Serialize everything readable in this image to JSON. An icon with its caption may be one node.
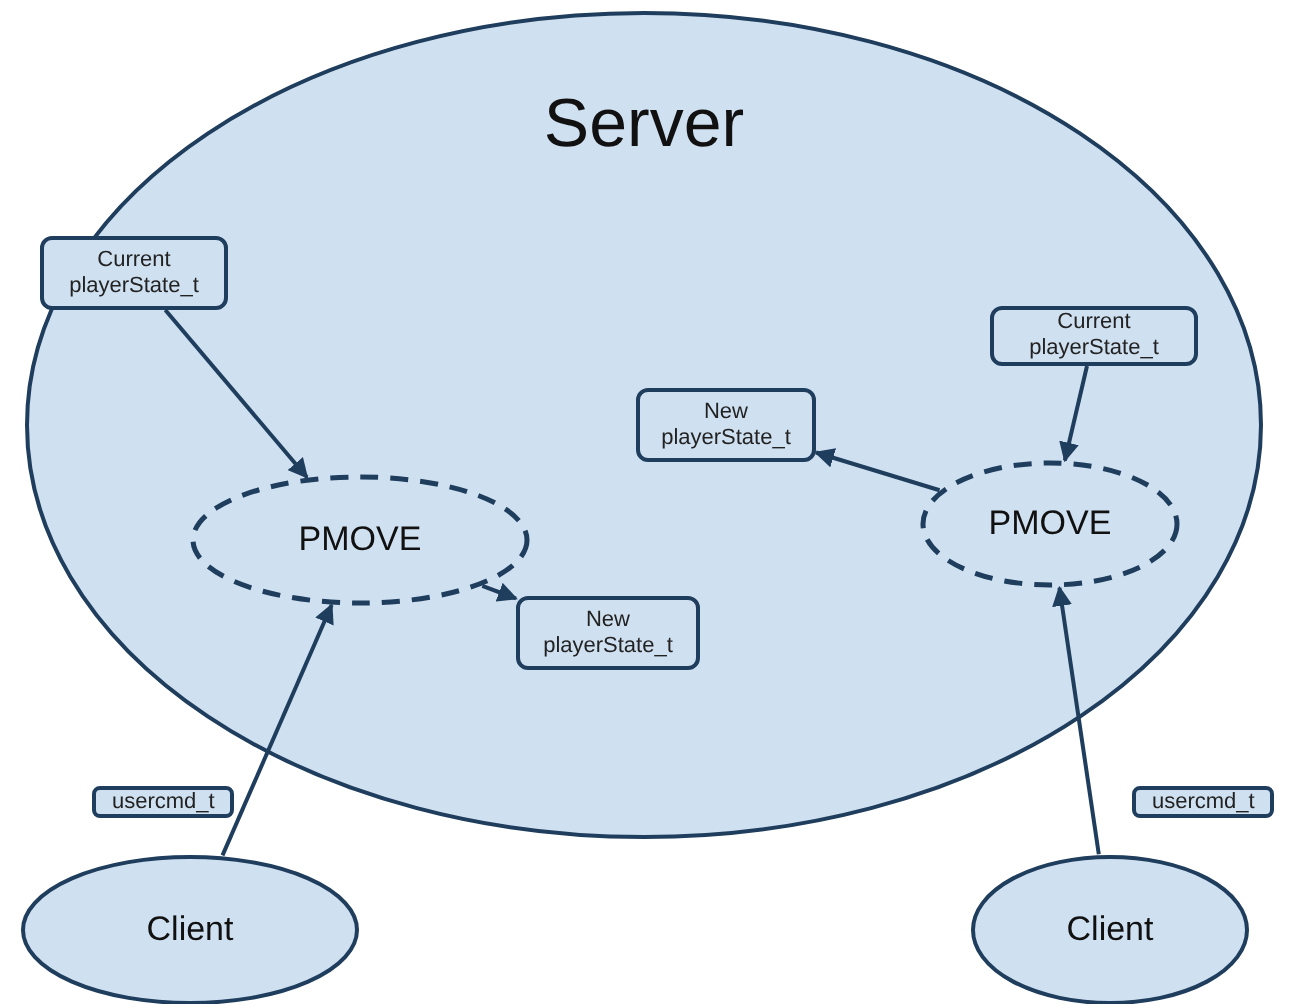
{
  "diagram": {
    "nodes": [
      {
        "text": [
          "Server"
        ]
      },
      {
        "text": [
          "Current playerState_t"
        ],
        "in": 0
      },
      {
        "text": [
          "PMOVE"
        ],
        "in": 0
      },
      {
        "text": [
          "New playerState_t"
        ],
        "in": 0
      },
      {
        "text": [
          "New playerState_t"
        ],
        "in": 0
      },
      {
        "text": [
          "Current playerState_t"
        ],
        "in": 0
      },
      {
        "text": [
          "PMOVE"
        ],
        "in": 0
      },
      {
        "text": [
          "Client"
        ]
      },
      {
        "text": [
          "Client"
        ]
      }
    ],
    "edges": [
      {
        "from": 1,
        "to": 2,
        "arrow": "to"
      },
      {
        "from": 2,
        "to": 3,
        "arrow": "to"
      },
      {
        "from": 6,
        "to": 4,
        "arrow": "to"
      },
      {
        "from": 5,
        "to": 6,
        "arrow": "to"
      },
      {
        "from": 7,
        "to": 2,
        "arrow": "to",
        "label": "usercmd_t"
      },
      {
        "from": 8,
        "to": 6,
        "arrow": "to",
        "label": "usercmd_t"
      }
    ]
  }
}
